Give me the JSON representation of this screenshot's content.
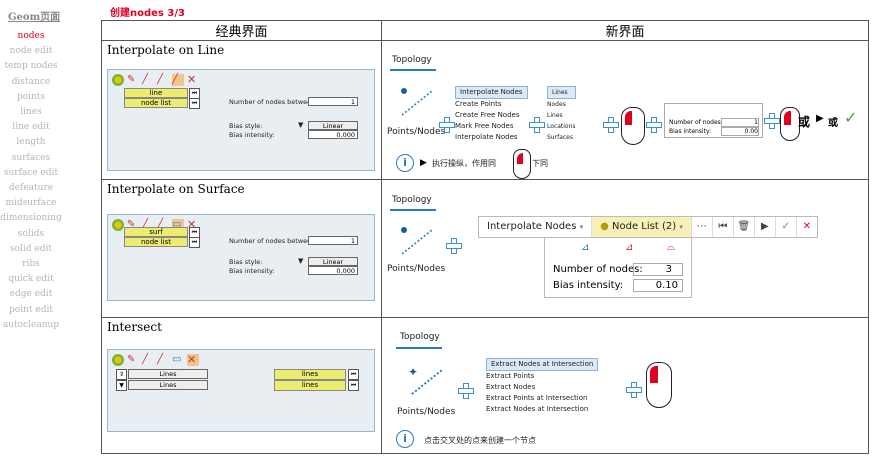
{
  "sidebar": {
    "title": "Geom页面",
    "items": [
      "nodes",
      "node edit",
      "temp nodes",
      "distance",
      "points",
      "lines",
      "line edit",
      "length",
      "surfaces",
      "surface edit",
      "defeature",
      "midsurface",
      "dimensioning",
      "solids",
      "solid edit",
      "ribs",
      "quick edit",
      "edge edit",
      "point edit",
      "autocleanup"
    ],
    "active": "nodes"
  },
  "page_title": "创建nodes 3/3",
  "table": {
    "col_classic": "经典界面",
    "col_new": "新界面"
  },
  "row1": {
    "title": "Interpolate on Line",
    "classic": {
      "line": "line",
      "node_list": "node list",
      "num_label": "Number of nodes between:",
      "num_value": "1",
      "bias_style": "Bias style:",
      "bias_style_value": "Linear",
      "bias_intensity": "Bias intensity:",
      "bias_intensity_value": "0.000"
    },
    "new": {
      "topology": "Topology",
      "points_nodes": "Points/Nodes",
      "menu_header": "Interpolate Nodes",
      "menu_items": [
        "Create Points",
        "Create Free Nodes",
        "Mark Free Nodes",
        "Interpolate Nodes"
      ],
      "sel_header": "Lines",
      "sel_items": [
        "Nodes",
        "Lines",
        "Locations",
        "Surfaces"
      ],
      "panel_num": "Number of nodes:",
      "panel_num_value": "1",
      "panel_bias": "Bias intensity:",
      "panel_bias_value": "0.00",
      "or1": "或",
      "or2": "或",
      "note": "执行操纵，作用同",
      "note2": "下同"
    }
  },
  "row2": {
    "title": "Interpolate on Surface",
    "classic": {
      "surf": "surf",
      "node_list": "node list",
      "num_label": "Number of nodes between:",
      "num_value": "1",
      "bias_style": "Bias style:",
      "bias_style_value": "Linear",
      "bias_intensity": "Bias intensity:",
      "bias_intensity_value": "0.000"
    },
    "new": {
      "topology": "Topology",
      "points_nodes": "Points/Nodes",
      "bar_label": "Interpolate Nodes",
      "node_list": "Node List (2)",
      "num_label": "Number of nodes:",
      "num_value": "3",
      "bias_label": "Bias intensity:",
      "bias_value": "0.10"
    }
  },
  "row3": {
    "title": "Intersect",
    "classic": {
      "lines1": "Lines",
      "lines2": "Lines",
      "y1": "lines",
      "y2": "lines"
    },
    "new": {
      "topology": "Topology",
      "points_nodes": "Points/Nodes",
      "menu_header": "Extract Nodes at Intersection",
      "menu_items": [
        "Extract Points",
        "Extract Nodes",
        "Extract Points at Intersection",
        "Extract Nodes at Intersection"
      ],
      "note": "点击交叉处的点来创建一个节点"
    }
  }
}
